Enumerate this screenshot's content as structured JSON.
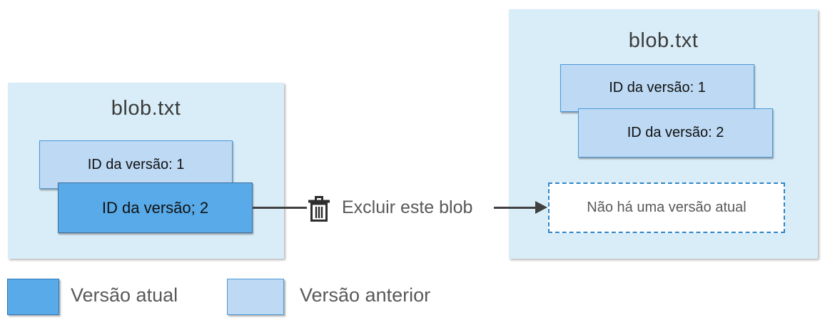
{
  "left_blob": {
    "title": "blob.txt",
    "versions": [
      {
        "label": "ID da versão: 1",
        "state": "previous"
      },
      {
        "label": "ID da versão; 2",
        "state": "current"
      }
    ]
  },
  "action": {
    "icon": "trash-icon",
    "label": "Excluir este blob"
  },
  "right_blob": {
    "title": "blob.txt",
    "versions": [
      {
        "label": "ID da versão: 1",
        "state": "previous"
      },
      {
        "label": "ID da versão: 2",
        "state": "previous"
      }
    ],
    "no_current_label": "Não há uma versão atual"
  },
  "legend": {
    "items": [
      {
        "label": "Versão atual",
        "color": "#58aae8"
      },
      {
        "label": "Versão anterior",
        "color": "#bdd9f4"
      }
    ]
  },
  "colors": {
    "container_fill": "#d9edf8",
    "previous_fill": "#bdd9f4",
    "previous_border": "#4a9ad8",
    "current_fill": "#58aae8",
    "current_border": "#41719c",
    "dashed_border": "#2e86c8",
    "connector": "#404040",
    "text_title": "#3b3b3b",
    "text_secondary": "#595959"
  }
}
